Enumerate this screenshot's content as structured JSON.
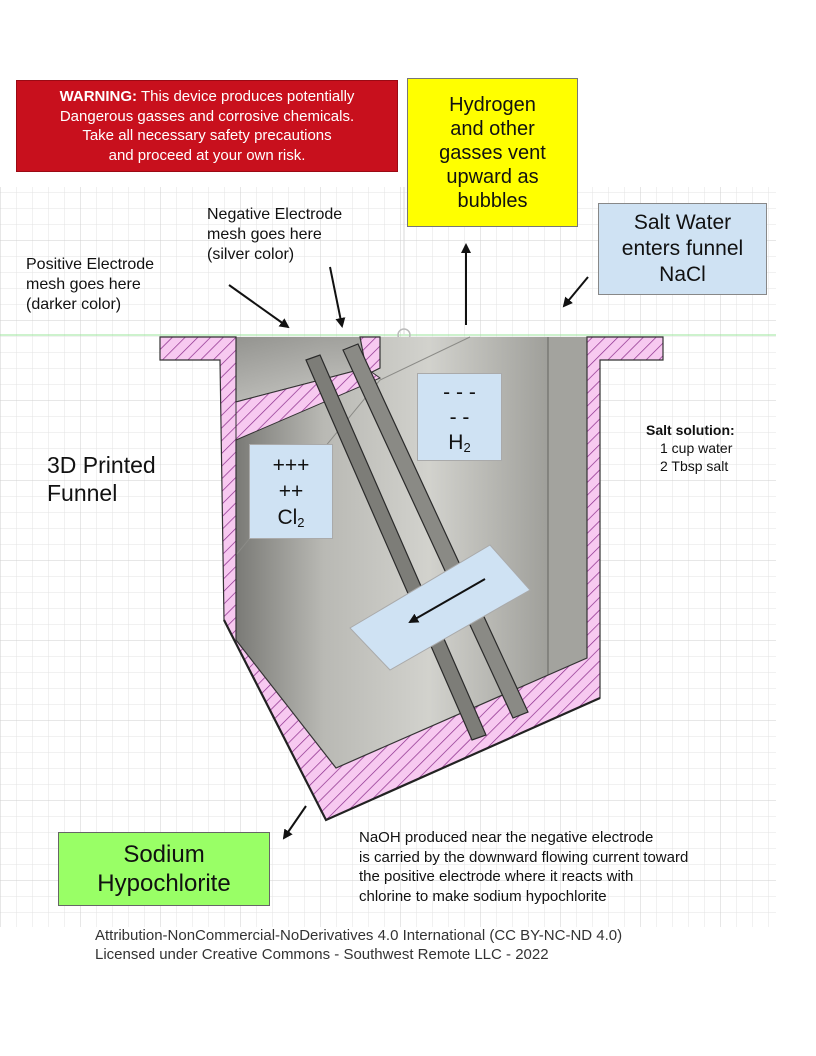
{
  "warning": {
    "lead": "WARNING:",
    "line1_rest": " This device produces potentially",
    "line2": "Dangerous gasses and corrosive chemicals.",
    "line3": "Take all necessary safety precautions",
    "line4": "and proceed at your own risk."
  },
  "hydrogen_box": [
    "Hydrogen",
    "and other",
    "gasses vent",
    "upward as",
    "bubbles"
  ],
  "salt_water_box": [
    "Salt Water",
    "enters funnel",
    "NaCl"
  ],
  "negative_electrode_label": [
    "Negative Electrode",
    "mesh goes here",
    "(silver color)"
  ],
  "positive_electrode_label": [
    "Positive Electrode",
    "mesh goes here",
    "(darker color)"
  ],
  "funnel_label": [
    "3D Printed",
    "Funnel"
  ],
  "chlorine_box": {
    "line1": "+++",
    "line2": "++",
    "symbol": "Cl",
    "subscript": "2"
  },
  "hydrogen_ion_box": {
    "line1": "- - -",
    "line2": "- -",
    "symbol": "H",
    "subscript": "2"
  },
  "salt_solution": {
    "heading": "Salt solution:",
    "line1": "1 cup water",
    "line2": "2 Tbsp salt"
  },
  "sodium_box": [
    "Sodium",
    "Hypochlorite"
  ],
  "naoh_note": [
    "NaOH produced near the negative electrode",
    "is carried by the downward flowing current toward",
    "the positive electrode where it reacts with",
    "chlorine to make sodium hypochlorite"
  ],
  "attribution": [
    "Attribution-NonCommercial-NoDerivatives 4.0 International (CC BY-NC-ND 4.0)",
    "Licensed under Creative Commons - Southwest Remote LLC - 2022"
  ],
  "colors": {
    "warning_bg": "#c8101d",
    "hydrogen_bg": "#ffff00",
    "info_bg": "#cfe2f3",
    "sodium_bg": "#99ff66",
    "wall_fill": "#f7c9f0",
    "wall_hatch": "#8a2b8a"
  }
}
